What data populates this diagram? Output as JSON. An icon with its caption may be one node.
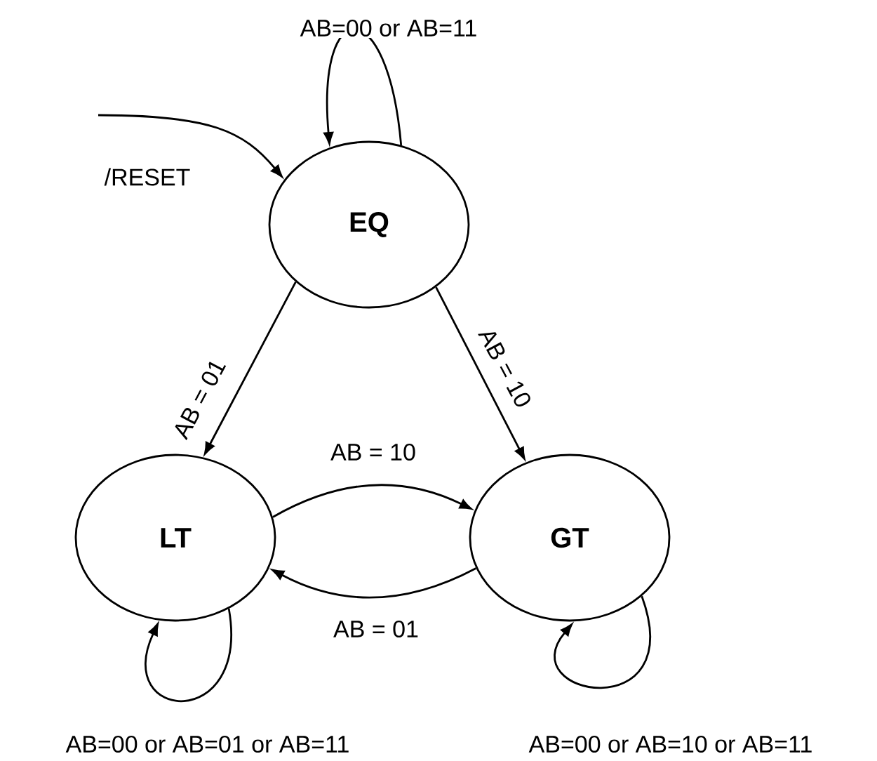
{
  "diagram": {
    "nodes": [
      {
        "text": [
          "EQ"
        ]
      },
      {
        "text": [
          "LT"
        ]
      },
      {
        "text": [
          "GT"
        ]
      }
    ],
    "edges": [
      {
        "from": null,
        "to": 0,
        "arrow": "to",
        "label": "/RESET"
      },
      {
        "from": 0,
        "to": 0,
        "arrow": "to",
        "label": "AB=00 or AB=11"
      },
      {
        "from": 0,
        "to": 1,
        "arrow": "to",
        "label": "AB = 01"
      },
      {
        "from": 0,
        "to": 2,
        "arrow": "to",
        "label": "AB = 10"
      },
      {
        "from": 1,
        "to": 2,
        "arrow": "to",
        "label": "AB = 10"
      },
      {
        "from": 2,
        "to": 1,
        "arrow": "to",
        "label": "AB = 01"
      },
      {
        "from": 1,
        "to": 1,
        "arrow": "to",
        "label": "AB=00 or AB=01 or AB=11"
      },
      {
        "from": 2,
        "to": 2,
        "arrow": "to",
        "label": "AB=00 or AB=10 or AB=11"
      }
    ]
  }
}
